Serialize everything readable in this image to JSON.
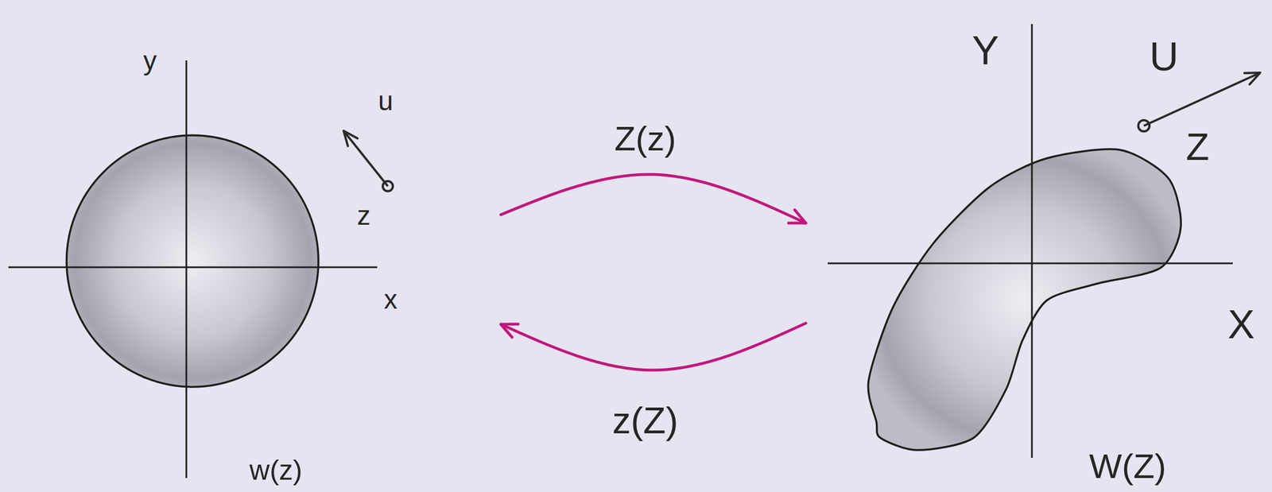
{
  "diagram": {
    "nodes": [
      {
        "text": [
          "w(z)"
        ]
      },
      {
        "text": [
          "W(Z)"
        ]
      }
    ],
    "edges": [
      {
        "from": 0,
        "to": 1,
        "label": "Z(z)",
        "arrow": "to"
      },
      {
        "from": 1,
        "to": 0,
        "label": "z(Z)",
        "arrow": "to"
      }
    ],
    "labels": [
      "y",
      "x",
      "u",
      "z",
      "Y",
      "X",
      "U",
      "Z"
    ]
  }
}
